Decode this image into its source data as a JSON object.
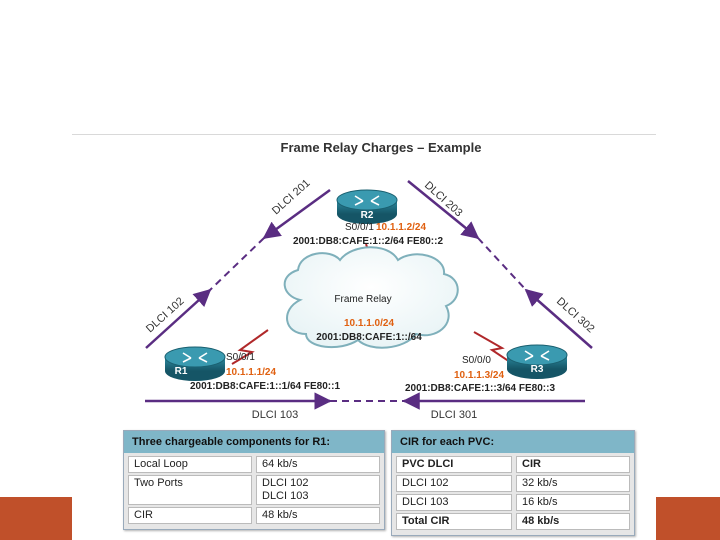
{
  "title": "Frame Relay Charges – Example",
  "cloud_label": "Frame Relay",
  "cloud_ipv4": "10.1.1.0/24",
  "cloud_ipv6": "2001:DB8:CAFE:1::/64",
  "routers": {
    "r1": {
      "name": "R1",
      "interface": "S0/0/1",
      "ipv4": "10.1.1.1/24",
      "ipv6": "2001:DB8:CAFE:1::1/64 FE80::1"
    },
    "r2": {
      "name": "R2",
      "interface": "S0/0/1",
      "ipv4": "10.1.1.2/24",
      "ipv6": "2001:DB8:CAFE:1::2/64 FE80::2"
    },
    "r3": {
      "name": "R3",
      "interface": "S0/0/0",
      "ipv4": "10.1.1.3/24",
      "ipv6": "2001:DB8:CAFE:1::3/64 FE80::3"
    }
  },
  "dlci": {
    "d201": "DLCI 201",
    "d203": "DLCI 203",
    "d102": "DLCI 102",
    "d302": "DLCI 302",
    "d103": "DLCI 103",
    "d301": "DLCI 301"
  },
  "colors": {
    "pvc": "#5a2d82",
    "serial": "#b0282a",
    "router": "#1f6f80",
    "accent": "#c0502a"
  },
  "table_r1": {
    "header": "Three chargeable components for R1:",
    "rows": [
      [
        "Local Loop",
        "64 kb/s"
      ],
      [
        "Two Ports",
        "DLCI 102"
      ],
      [
        "",
        "DLCI 103"
      ],
      [
        "CIR",
        "48 kb/s"
      ]
    ]
  },
  "table_cir": {
    "header": "CIR for each PVC:",
    "rows": [
      [
        "PVC DLCI",
        "CIR"
      ],
      [
        "DLCI 102",
        "32 kb/s"
      ],
      [
        "DLCI 103",
        "16 kb/s"
      ],
      [
        "Total CIR",
        "48 kb/s"
      ]
    ]
  }
}
